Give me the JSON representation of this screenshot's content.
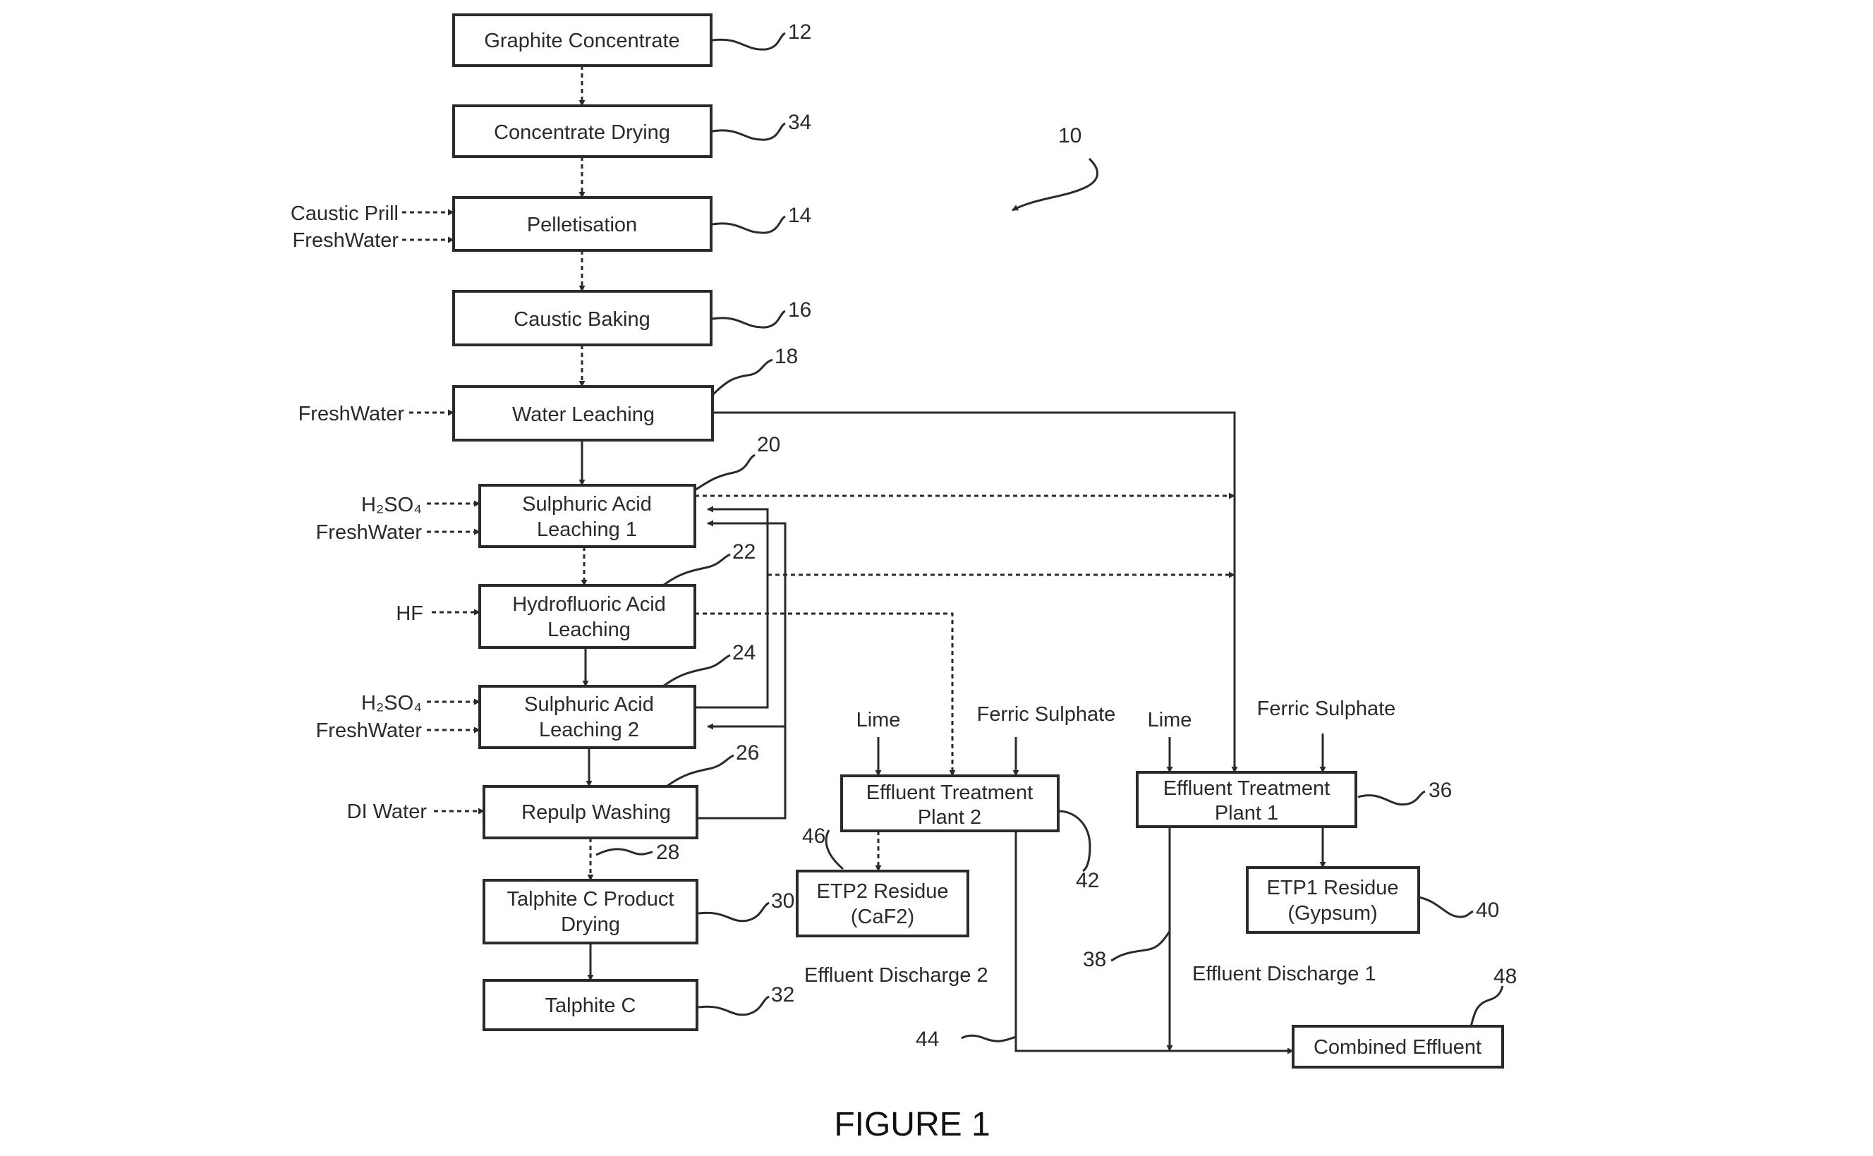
{
  "figure_label": "FIGURE 1",
  "system_ref": "10",
  "process_blocks": [
    {
      "key": "graphite_concentrate",
      "lines": [
        "Graphite Concentrate"
      ],
      "ref": "12"
    },
    {
      "key": "concentrate_drying",
      "lines": [
        "Concentrate Drying"
      ],
      "ref": "34"
    },
    {
      "key": "pelletisation",
      "lines": [
        "Pelletisation"
      ],
      "ref": "14"
    },
    {
      "key": "caustic_baking",
      "lines": [
        "Caustic Baking"
      ],
      "ref": "16"
    },
    {
      "key": "water_leaching",
      "lines": [
        "Water Leaching"
      ],
      "ref": "18"
    },
    {
      "key": "sulphuric_acid_leaching_1",
      "lines": [
        "Sulphuric Acid",
        "Leaching 1"
      ],
      "ref": "20"
    },
    {
      "key": "hydrofluoric_acid_leaching",
      "lines": [
        "Hydrofluoric Acid",
        "Leaching"
      ],
      "ref": "22"
    },
    {
      "key": "sulphuric_acid_leaching_2",
      "lines": [
        "Sulphuric Acid",
        "Leaching 2"
      ],
      "ref": "24"
    },
    {
      "key": "repulp_washing",
      "lines": [
        "Repulp Washing"
      ],
      "ref": "26"
    },
    {
      "key": "talphite_c_product_drying",
      "lines": [
        "Talphite C Product",
        "Drying"
      ],
      "ref": "30"
    },
    {
      "key": "talphite_c",
      "lines": [
        "Talphite C"
      ],
      "ref": "32"
    },
    {
      "key": "effluent_treatment_plant_2",
      "lines": [
        "Effluent Treatment",
        "Plant 2"
      ],
      "ref": "42"
    },
    {
      "key": "effluent_treatment_plant_1",
      "lines": [
        "Effluent Treatment",
        "Plant 1"
      ],
      "ref": "36"
    },
    {
      "key": "etp2_residue",
      "lines": [
        "ETP2 Residue",
        "(CaF2)"
      ],
      "ref": "46"
    },
    {
      "key": "etp1_residue",
      "lines": [
        "ETP1 Residue",
        "(Gypsum)"
      ],
      "ref": "40"
    },
    {
      "key": "combined_effluent",
      "lines": [
        "Combined Effluent"
      ],
      "ref": "48"
    }
  ],
  "inputs": {
    "caustic_prill": "Caustic Prill",
    "freshwater_pelletisation": "FreshWater",
    "freshwater_water_leaching": "FreshWater",
    "h2so4_1": "H₂SO₄",
    "freshwater_leach1": "FreshWater",
    "hf": "HF",
    "h2so4_2": "H₂SO₄",
    "freshwater_leach2": "FreshWater",
    "di_water": "DI Water",
    "lime_etp2": "Lime",
    "ferric_sulphate_etp2": "Ferric Sulphate",
    "lime_etp1": "Lime",
    "ferric_sulphate_etp1": "Ferric Sulphate"
  },
  "stream_labels": {
    "effluent_discharge_2": "Effluent Discharge 2",
    "effluent_discharge_1": "Effluent Discharge 1"
  },
  "stream_refs": {
    "repulp_to_drying": "28",
    "effluent_discharge_1": "38",
    "effluent_discharge_2": "44"
  }
}
